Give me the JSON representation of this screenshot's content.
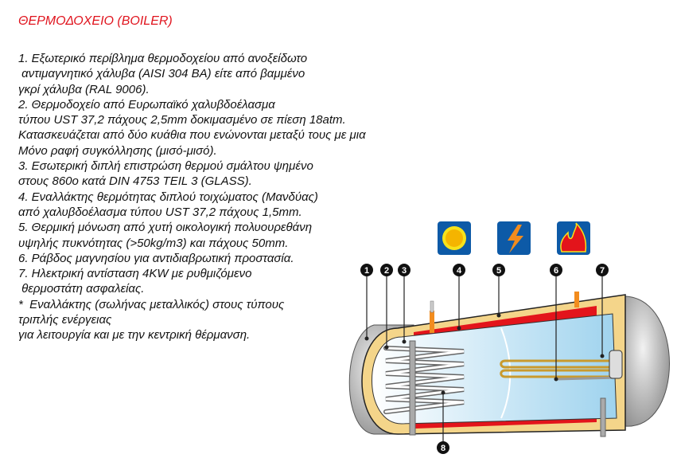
{
  "title": "ΘΕΡΜΟΔΟΧΕΙΟ (BOILER)",
  "spec_lines": [
    "1. Εξωτερικό περίβλημα θερμοδοχείου από ανοξείδωτο",
    " αντιμαγνητικό χάλυβα (AISI 304 BA) είτε από βαμμένο",
    "γκρί χάλυβα (RAL 9006).",
    "2. Θερμοδοχείο από Ευρωπαϊκό χαλυβδοέλασμα",
    "τύπου UST 37,2 πάχους 2,5mm δοκιμασμένο σε πίεση 18atm.",
    "Κατασκευάζεται από δύο κυάθια που ενώνονται μεταξύ τους με μια",
    "Μόνο ραφή συγκόλλησης (μισό-μισό).",
    "3. Εσωτερική διπλή επιστρώση θερμού σμάλτου ψημένο",
    "στους 860ο κατά DIN 4753 TEIL 3 (GLASS).",
    "4. Εναλλάκτης θερμότητας διπλού τοιχώματος (Μανδύας)",
    "από χαλυβδοέλασμα τύπου UST 37,2 πάχους 1,5mm.",
    "5. Θερμική μόνωση από χυτή οικολογική πολυουρεθάνη",
    "υψηλής πυκνότητας (>50kg/m3) και πάχους 50mm.",
    "6. Ράβδος μαγνησίου για αντιδιαβρωτική προστασία.",
    "7. Ηλεκτρική αντίσταση 4KW με ρυθμιζόμενο",
    " θερμοστάτη ασφαλείας.",
    "*  Εναλλάκτης (σωλήνας μεταλλικός) στους τύπους",
    "τριπλής ενέργειας",
    "για λειτουργία και με την κεντρική θέρμανση."
  ],
  "diagram": {
    "labels": [
      "1",
      "2",
      "3",
      "4",
      "5",
      "6",
      "7",
      "8"
    ],
    "icons": [
      "sun-icon",
      "lightning-icon",
      "flame-icon"
    ],
    "colors": {
      "icon_bg": "#0d5aa7",
      "insulation": "#f4d58a",
      "jacket": "#e3141b",
      "water": "#bfe3f5",
      "shell": "#b9b9b9"
    }
  }
}
